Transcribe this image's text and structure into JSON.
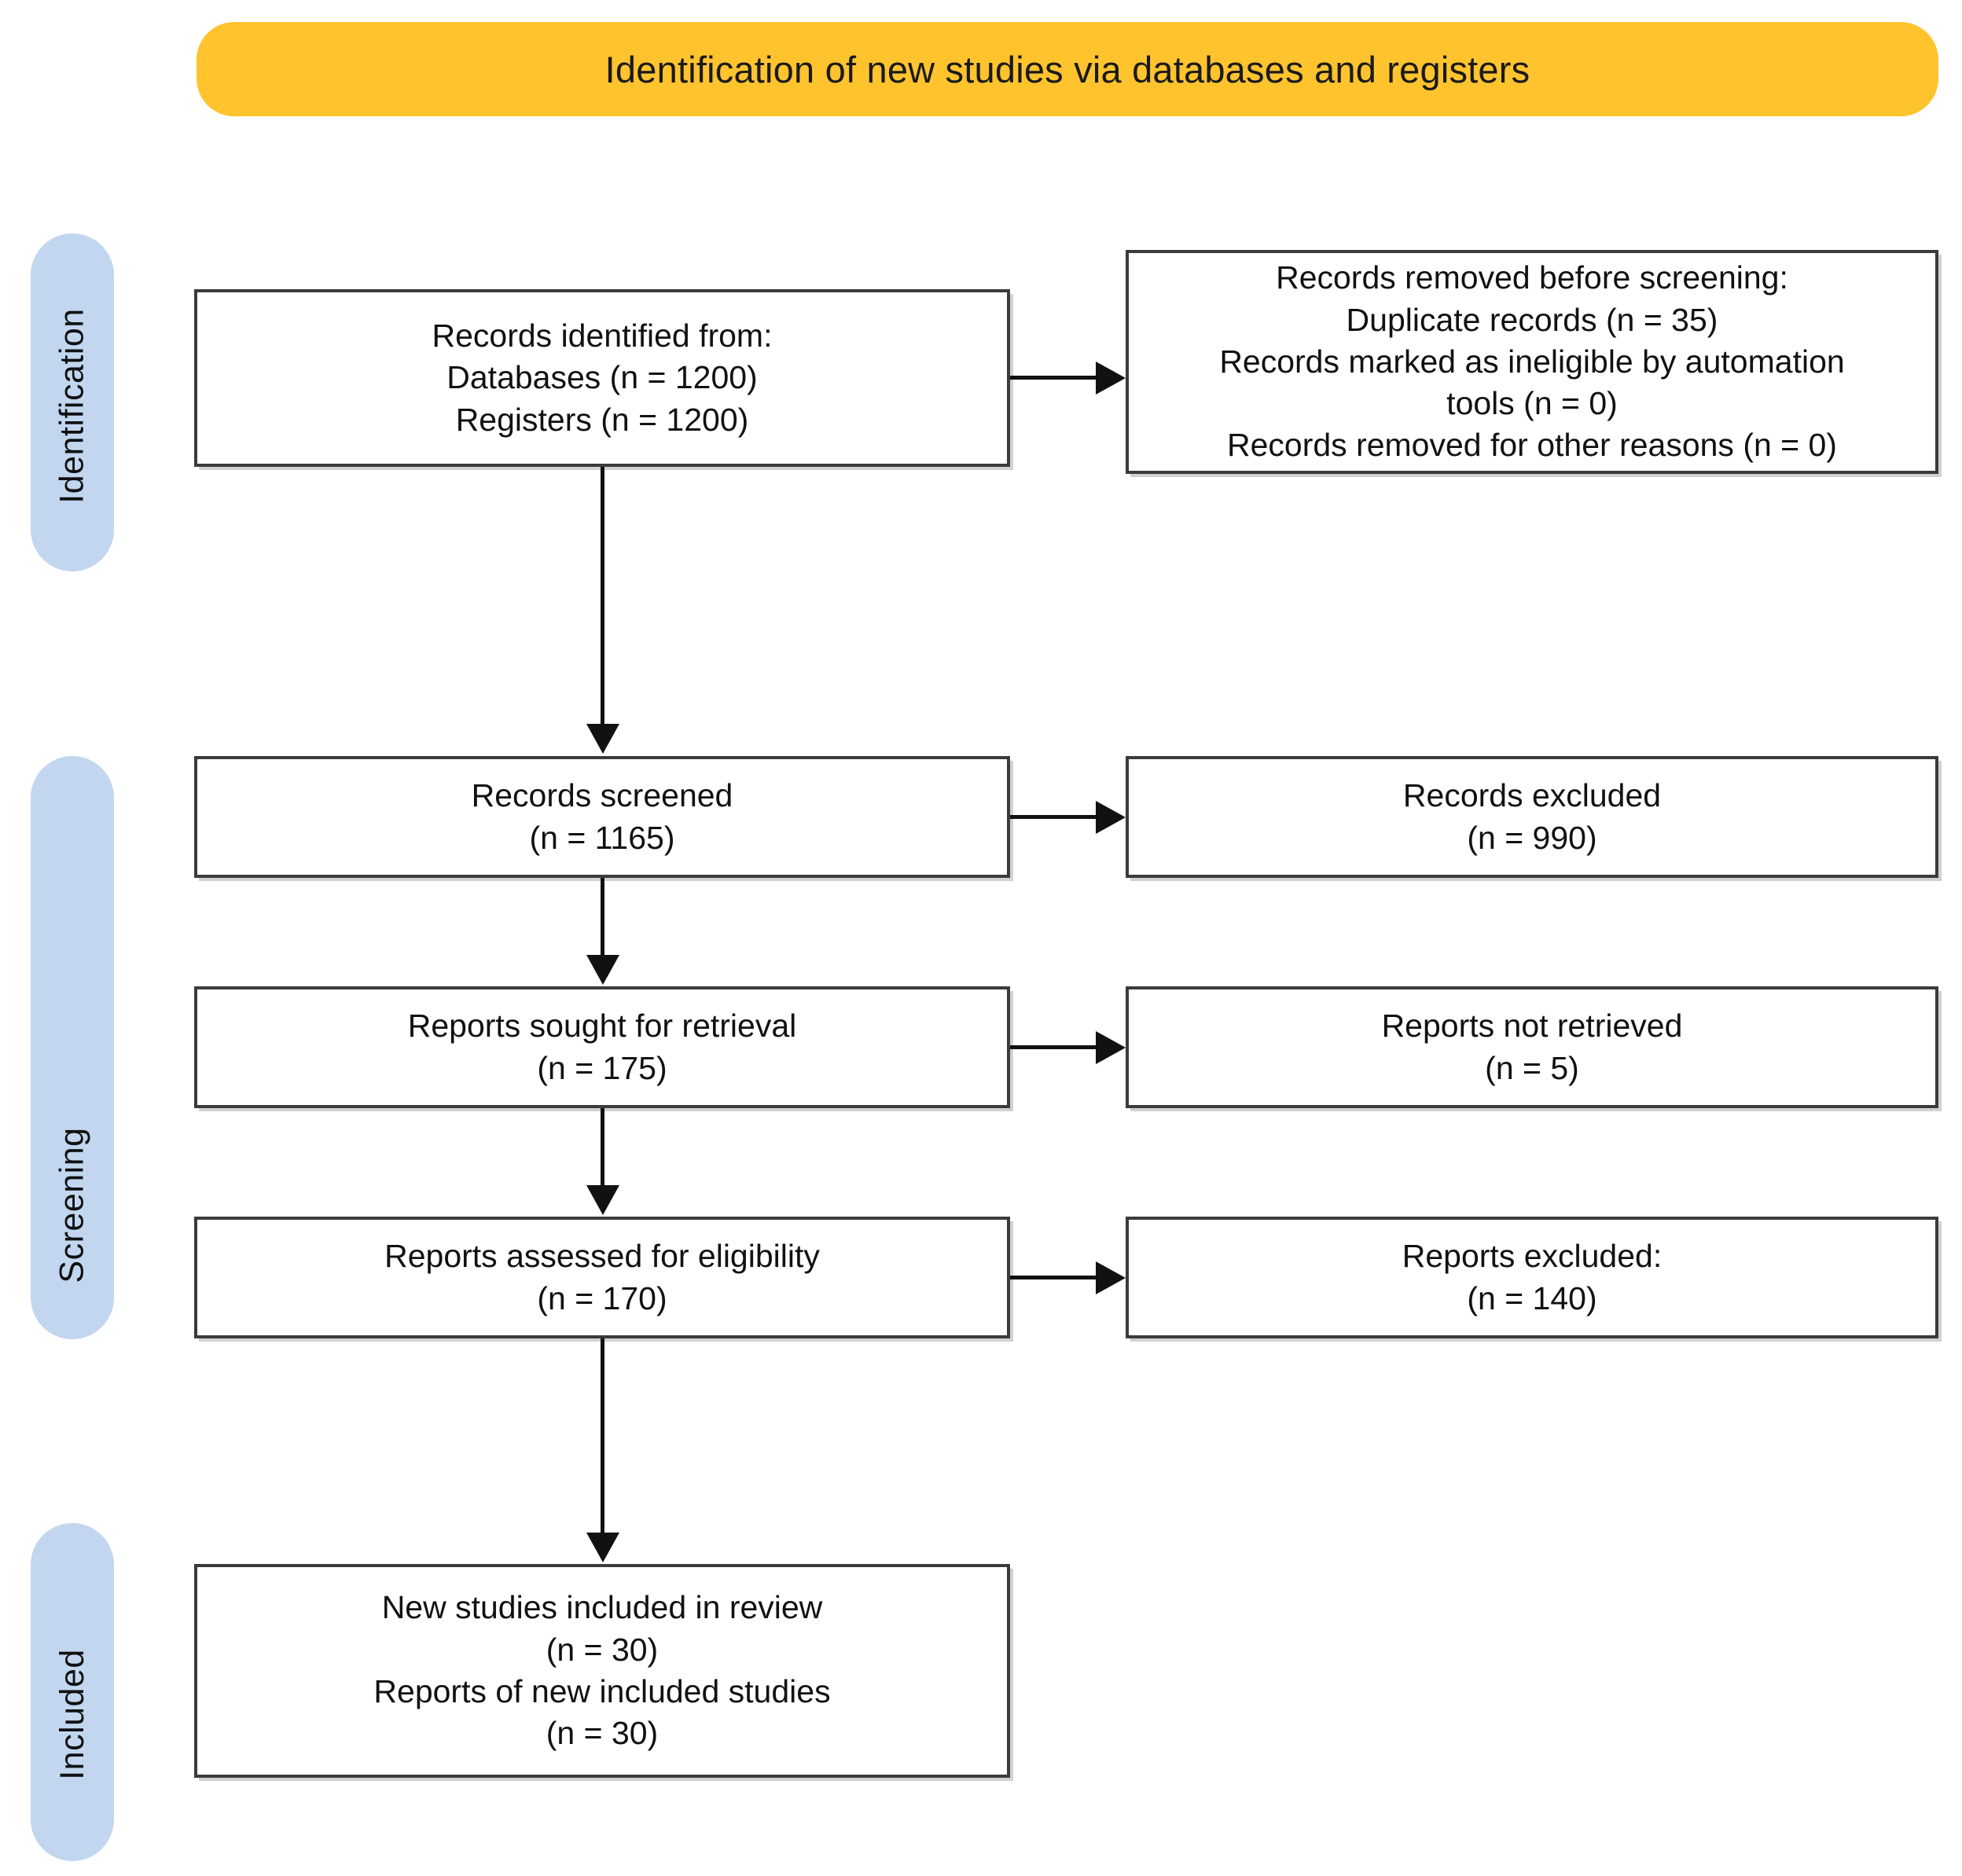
{
  "header": {
    "title": "Identification of new studies via databases and registers",
    "accent_color": "#FFC32E"
  },
  "stages": {
    "band_color": "#C2D6EF",
    "identification": "Identification",
    "screening": "Screening",
    "included": "Included"
  },
  "boxes": {
    "identified": {
      "line1": "Records identified from:",
      "line2": "Databases (n = 1200)",
      "line3": "Registers (n = 1200)"
    },
    "removed": {
      "line1": "Records removed before screening:",
      "line2": "Duplicate records (n = 35)",
      "line3": "Records marked as ineligible by automation",
      "line4": "tools  (n = 0)",
      "line5": "Records removed for other reasons (n = 0)"
    },
    "screened": {
      "line1": "Records screened",
      "line2": "(n = 1165)"
    },
    "records_excluded": {
      "line1": "Records excluded",
      "line2": "(n = 990)"
    },
    "sought": {
      "line1": "Reports sought for retrieval",
      "line2": "(n = 175)"
    },
    "not_retrieved": {
      "line1": "Reports not retrieved",
      "line2": "(n = 5)"
    },
    "assessed": {
      "line1": "Reports assessed for eligibility",
      "line2": "(n = 170)"
    },
    "reports_excluded": {
      "line1": "Reports excluded:",
      "line2": "(n = 140)"
    },
    "included": {
      "line1": "New studies included in review",
      "line2": "(n = 30)",
      "line3": "Reports of new included studies",
      "line4": "(n = 30)"
    }
  },
  "chart_data": {
    "type": "diagram",
    "title": "Identification of new studies via databases and registers",
    "nodes": [
      {
        "id": "identified",
        "stage": "Identification",
        "column": "left",
        "databases": 1200,
        "registers": 1200
      },
      {
        "id": "removed",
        "stage": "Identification",
        "column": "right",
        "duplicate_records": 35,
        "ineligible_by_automation_tools": 0,
        "removed_other_reasons": 0
      },
      {
        "id": "screened",
        "stage": "Screening",
        "column": "left",
        "n": 1165
      },
      {
        "id": "records_excluded",
        "stage": "Screening",
        "column": "right",
        "n": 990
      },
      {
        "id": "sought",
        "stage": "Screening",
        "column": "left",
        "n": 175
      },
      {
        "id": "not_retrieved",
        "stage": "Screening",
        "column": "right",
        "n": 5
      },
      {
        "id": "assessed",
        "stage": "Screening",
        "column": "left",
        "n": 170
      },
      {
        "id": "reports_excluded",
        "stage": "Screening",
        "column": "right",
        "n": 140
      },
      {
        "id": "included",
        "stage": "Included",
        "column": "left",
        "new_studies": 30,
        "reports_of_new_included_studies": 30
      }
    ],
    "edges": [
      {
        "from": "identified",
        "to": "removed",
        "direction": "right"
      },
      {
        "from": "identified",
        "to": "screened",
        "direction": "down"
      },
      {
        "from": "screened",
        "to": "records_excluded",
        "direction": "right"
      },
      {
        "from": "screened",
        "to": "sought",
        "direction": "down"
      },
      {
        "from": "sought",
        "to": "not_retrieved",
        "direction": "right"
      },
      {
        "from": "sought",
        "to": "assessed",
        "direction": "down"
      },
      {
        "from": "assessed",
        "to": "reports_excluded",
        "direction": "right"
      },
      {
        "from": "assessed",
        "to": "included",
        "direction": "down"
      }
    ]
  }
}
